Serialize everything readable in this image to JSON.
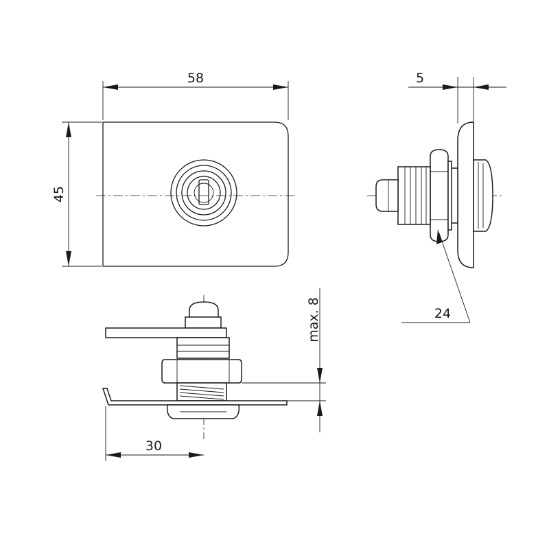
{
  "dimensions": {
    "plate_width": "58",
    "plate_height": "45",
    "bezel_thickness": "5",
    "nut_size": "24",
    "panel_thickness": "max. 8",
    "cam_length": "30"
  }
}
